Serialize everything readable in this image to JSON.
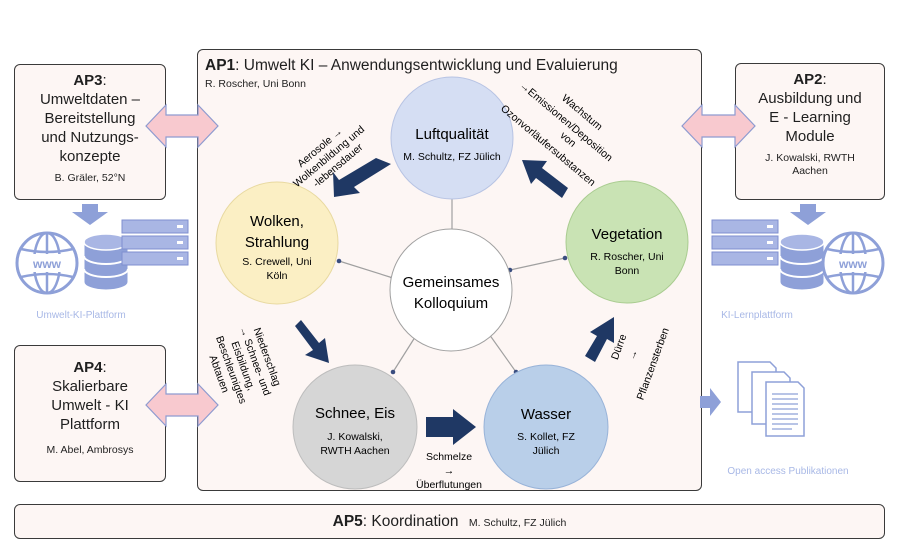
{
  "main": {
    "title_tag": "AP1",
    "title_rest": ": Umwelt KI – Anwendungsentwicklung und Evaluierung",
    "subtitle": "R. Roscher, Uni Bonn"
  },
  "ap3": {
    "tag": "AP3",
    "lines": [
      "Umweltdaten –",
      "Bereitstellung",
      "und Nutzungs-",
      "konzepte"
    ],
    "author": "B. Gräler, 52°N"
  },
  "ap2": {
    "tag": "AP2",
    "lines": [
      "Ausbildung und",
      "E - Learning",
      "Module"
    ],
    "author_lines": [
      "J. Kowalski,  RWTH",
      "Aachen"
    ]
  },
  "ap4": {
    "tag": "AP4",
    "lines": [
      "Skalierbare",
      "Umwelt - KI",
      "Plattform"
    ],
    "author": "M. Abel, Ambrosys"
  },
  "ap5": {
    "tag": "AP5",
    "rest": ": Koordination",
    "author": "M. Schultz, FZ Jülich"
  },
  "platforms": {
    "left": "Umwelt-KI-Plattform",
    "right": "KI-Lernplattform",
    "pubs": "Open access Publikationen",
    "www": "www"
  },
  "nodes": {
    "luft": {
      "title": [
        "Luftqualität"
      ],
      "author": [
        "M. Schultz, FZ Jülich"
      ]
    },
    "wolken": {
      "title": [
        "Wolken,",
        "Strahlung"
      ],
      "author": [
        "S. Crewell, Uni",
        "Köln"
      ]
    },
    "veg": {
      "title": [
        "Vegetation"
      ],
      "author": [
        "R. Roscher, Uni",
        "Bonn"
      ]
    },
    "schnee": {
      "title": [
        "Schnee, Eis"
      ],
      "author": [
        "J. Kowalski,",
        "RWTH Aachen"
      ]
    },
    "wasser": {
      "title": [
        "Wasser"
      ],
      "author": [
        "S. Kollet, FZ",
        "Jülich"
      ]
    },
    "center": {
      "title": [
        "Gemeinsames",
        "Kolloquium"
      ]
    }
  },
  "edges": {
    "aerosole": [
      "Aerosole →",
      "Wolkenbildung und",
      "-lebensdauer"
    ],
    "wachstum": [
      "Wachstum",
      "→Emissionen/Deposition",
      "von",
      "Ozonvorläufersubstanzen"
    ],
    "niederschlag": [
      "Niederschlag",
      "→ Schnee- und",
      "Eisbildung,",
      "Beschleunigtes",
      "Abtauen"
    ],
    "duerre": [
      "Dürre",
      "→",
      "Pflanzensterben"
    ],
    "schmelze": [
      "Schmelze",
      "→",
      "Überflutungen"
    ]
  },
  "colors": {
    "box_fill": "#fdf6f4",
    "arrow_navy": "#1f3864",
    "double_arrow_fill": "#f8c9cf",
    "double_arrow_stroke": "#8e9bd0",
    "luft": "#d5def3",
    "wolken": "#fbefc4",
    "veg": "#c9e3b4",
    "schnee": "#d6d6d6",
    "wasser": "#b9cfe9",
    "platform_blue": "#8ea0d8",
    "platform_text": "#a8b8e6"
  }
}
